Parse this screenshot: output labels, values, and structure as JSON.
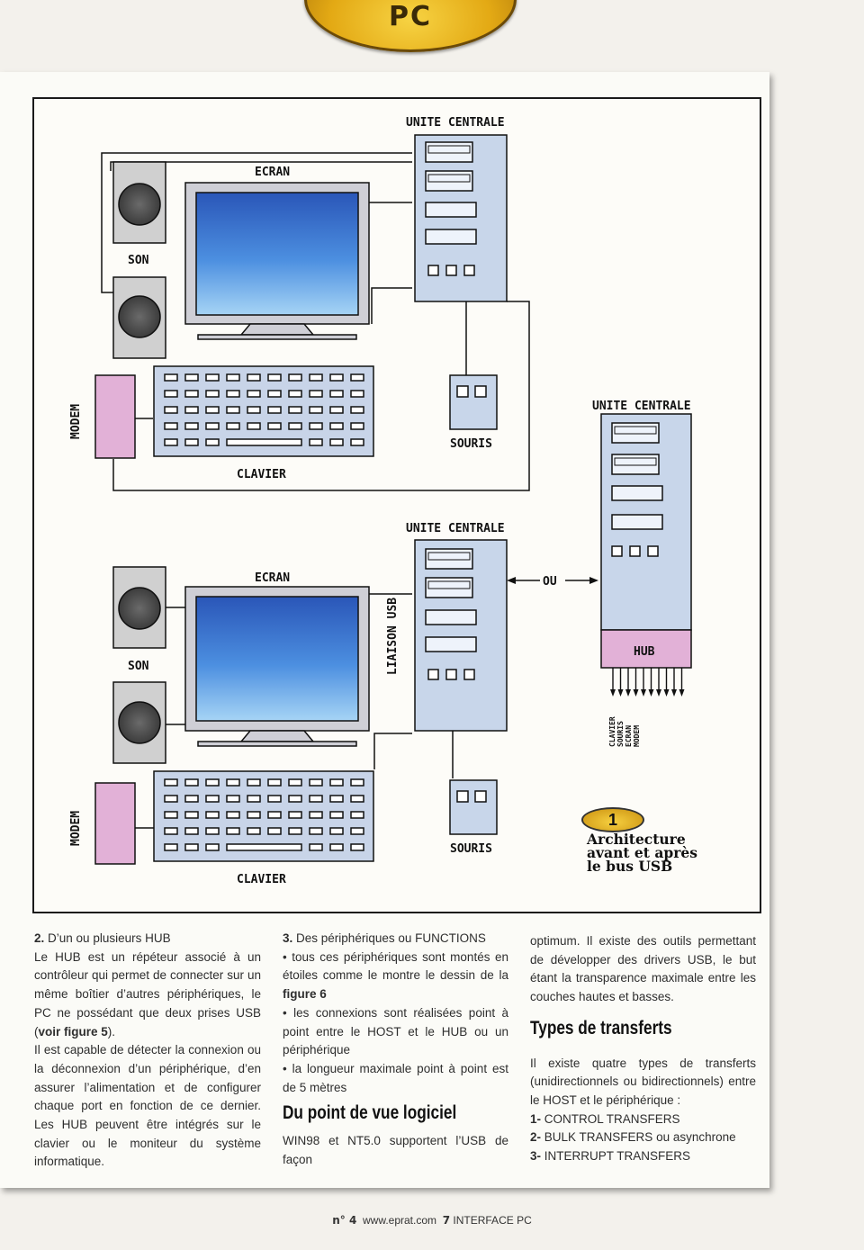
{
  "badge": {
    "text": "PC"
  },
  "diagram": {
    "top": {
      "unite": "UNITE CENTRALE",
      "ecran": "ECRAN",
      "son": "SON",
      "modem": "MODEM",
      "clavier": "CLAVIER",
      "souris": "SOURIS"
    },
    "bottom": {
      "unite": "UNITE CENTRALE",
      "ecran": "ECRAN",
      "son": "SON",
      "modem": "MODEM",
      "clavier": "CLAVIER",
      "souris": "SOURIS",
      "liaison": "LIAISON USB"
    },
    "right": {
      "unite": "UNITE CENTRALE",
      "hub": "HUB",
      "ou": "OU",
      "ports": [
        "CLAVIER",
        "SOURIS",
        "ECRAN",
        "MODEM"
      ]
    }
  },
  "caption": {
    "number": "1",
    "line1": "Architecture",
    "line2": "avant et après",
    "line3": "le bus USB"
  },
  "col1": {
    "heading_num": "2.",
    "heading": "D’un ou plusieurs HUB",
    "p1a": "Le HUB est un répéteur associé à un contrôleur qui permet de connecter sur un même boîtier d’autres périphériques, le PC ne possédant que deux prises USB (",
    "p1b": "voir figure 5",
    "p1c": ").",
    "p2": "Il est capable de détecter la connexion ou la déconnexion d’un périphérique, d’en assurer l’alimentation et de configurer chaque port en fonction de ce dernier. Les HUB peuvent être intégrés sur le clavier ou le moniteur du système informatique."
  },
  "col2": {
    "heading_num": "3.",
    "heading": "Des périphériques ou FUNCTIONS",
    "b1a": "• tous ces périphériques sont montés en étoiles comme le montre le dessin de la ",
    "b1b": "figure 6",
    "b2": "• les connexions sont réalisées point à point entre le HOST et le HUB ou un périphérique",
    "b3": "• la longueur maximale point à point est de 5 mètres",
    "title": "Du point de vue logiciel",
    "p": "WIN98 et NT5.0 supportent l’USB de façon"
  },
  "col3": {
    "p1": "optimum. Il existe des outils permettant de développer des drivers USB, le but étant la transparence maximale entre les couches hautes et basses.",
    "title": "Types de transferts",
    "p2": "Il existe quatre types de transferts (unidirectionnels ou bidirectionnels) entre le HOST et le périphérique :",
    "list": [
      {
        "num": "1-",
        "text": "CONTROL TRANSFERS"
      },
      {
        "num": "2-",
        "text": "BULK TRANSFERS ou asynchrone"
      },
      {
        "num": "3-",
        "text": "INTERRUPT TRANSFERS"
      }
    ]
  },
  "footer": {
    "n": "n° 4",
    "url": "www.eprat.com",
    "num": "7",
    "mag": "INTERFACE PC"
  }
}
